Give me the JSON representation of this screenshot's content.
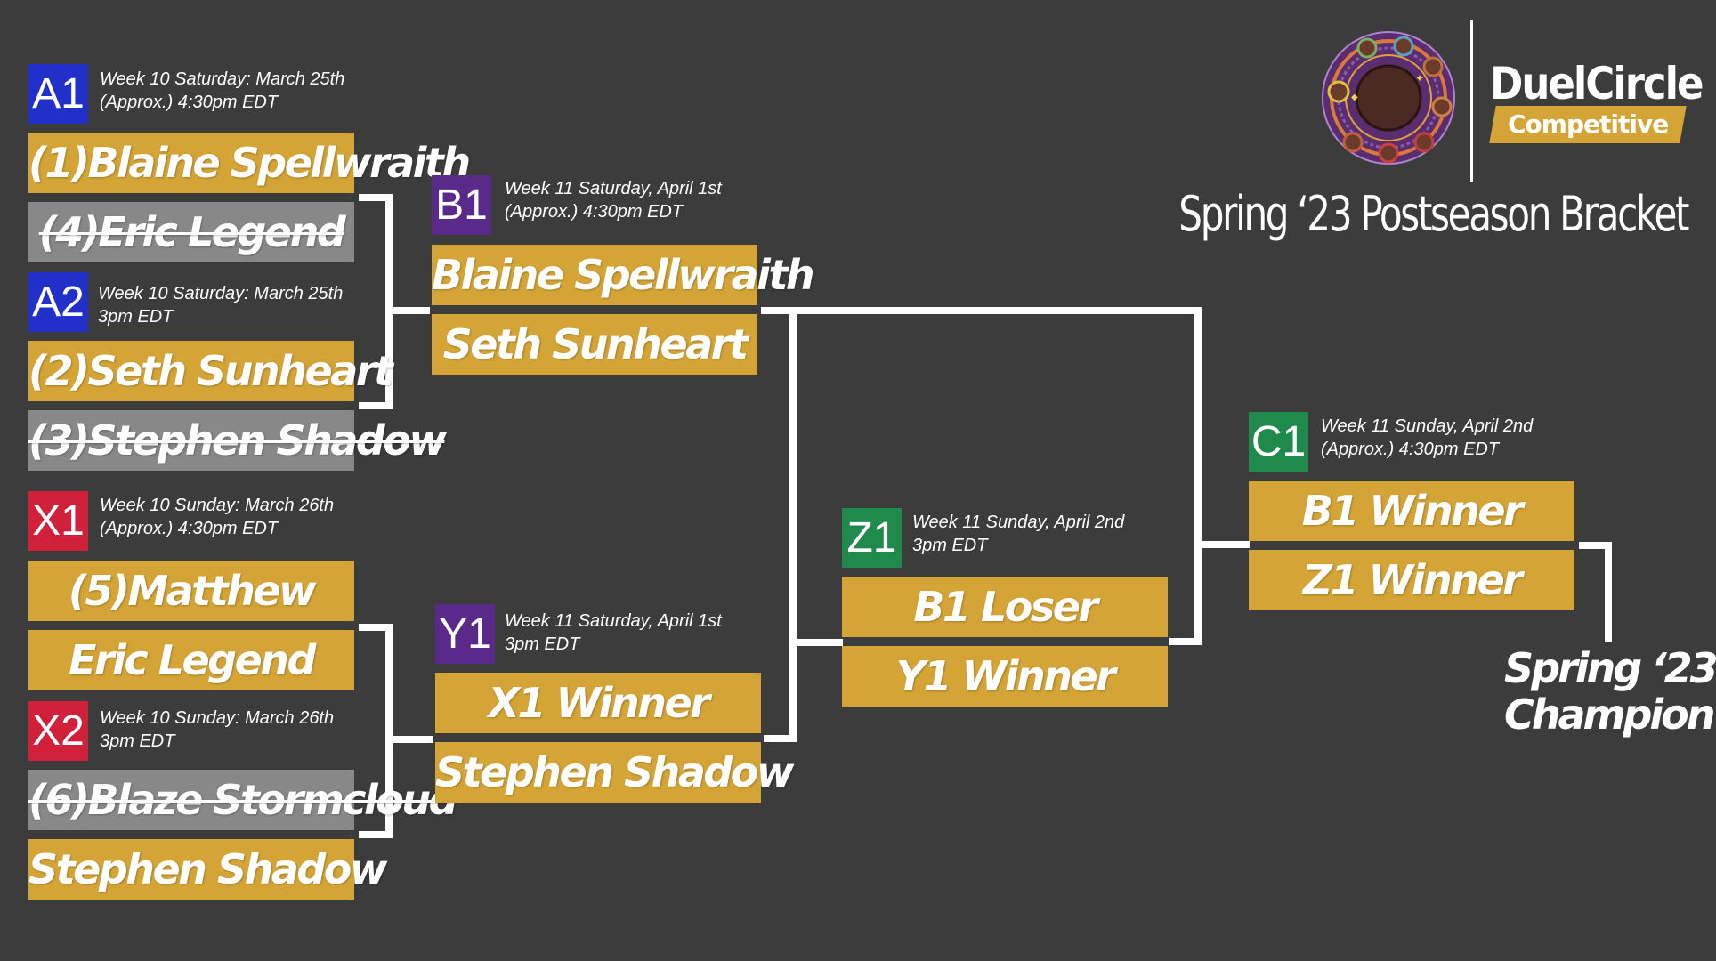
{
  "brand": {
    "name": "DuelCircle",
    "subtitle": "Competitive",
    "title": "Spring ‘23 Postseason Bracket"
  },
  "colors": {
    "background": "#3c3c3c",
    "slot_active": "#d4a536",
    "slot_eliminated": "#888888",
    "badge_A": "#2030c8",
    "badge_B": "#5a2a8a",
    "badge_X": "#d0203a",
    "badge_Y": "#5a2a8a",
    "badge_Z": "#1f8a4c",
    "badge_C": "#1f8a4c"
  },
  "matches": {
    "A1": {
      "code": "A1",
      "date": "Week 10 Saturday: March 25th",
      "time": "(Approx.) 4:30pm EDT",
      "slot1": "(1)Blaine Spellwraith",
      "slot2": "(4)Eric Legend"
    },
    "A2": {
      "code": "A2",
      "date": "Week 10 Saturday: March 25th",
      "time": "3pm EDT",
      "slot1": "(2)Seth Sunheart",
      "slot2": "(3)Stephen Shadow"
    },
    "X1": {
      "code": "X1",
      "date": "Week 10 Sunday: March 26th",
      "time": "(Approx.) 4:30pm EDT",
      "slot1": "(5)Matthew",
      "slot2": "Eric Legend"
    },
    "X2": {
      "code": "X2",
      "date": "Week 10 Sunday: March 26th",
      "time": "3pm EDT",
      "slot1": "(6)Blaze Stormcloud",
      "slot2": "Stephen Shadow"
    },
    "B1": {
      "code": "B1",
      "date": "Week 11 Saturday, April 1st",
      "time": "(Approx.) 4:30pm EDT",
      "slot1": "Blaine Spellwraith",
      "slot2": "Seth Sunheart"
    },
    "Y1": {
      "code": "Y1",
      "date": "Week 11 Saturday, April 1st",
      "time": "3pm EDT",
      "slot1": "X1 Winner",
      "slot2": "Stephen Shadow"
    },
    "Z1": {
      "code": "Z1",
      "date": "Week 11 Sunday, April 2nd",
      "time": "3pm EDT",
      "slot1": "B1 Loser",
      "slot2": "Y1 Winner"
    },
    "C1": {
      "code": "C1",
      "date": "Week 11 Sunday, April 2nd",
      "time": "(Approx.) 4:30pm EDT",
      "slot1": "B1 Winner",
      "slot2": "Z1 Winner"
    }
  },
  "champion": {
    "line1": "Spring ‘23",
    "line2": "Champion"
  }
}
